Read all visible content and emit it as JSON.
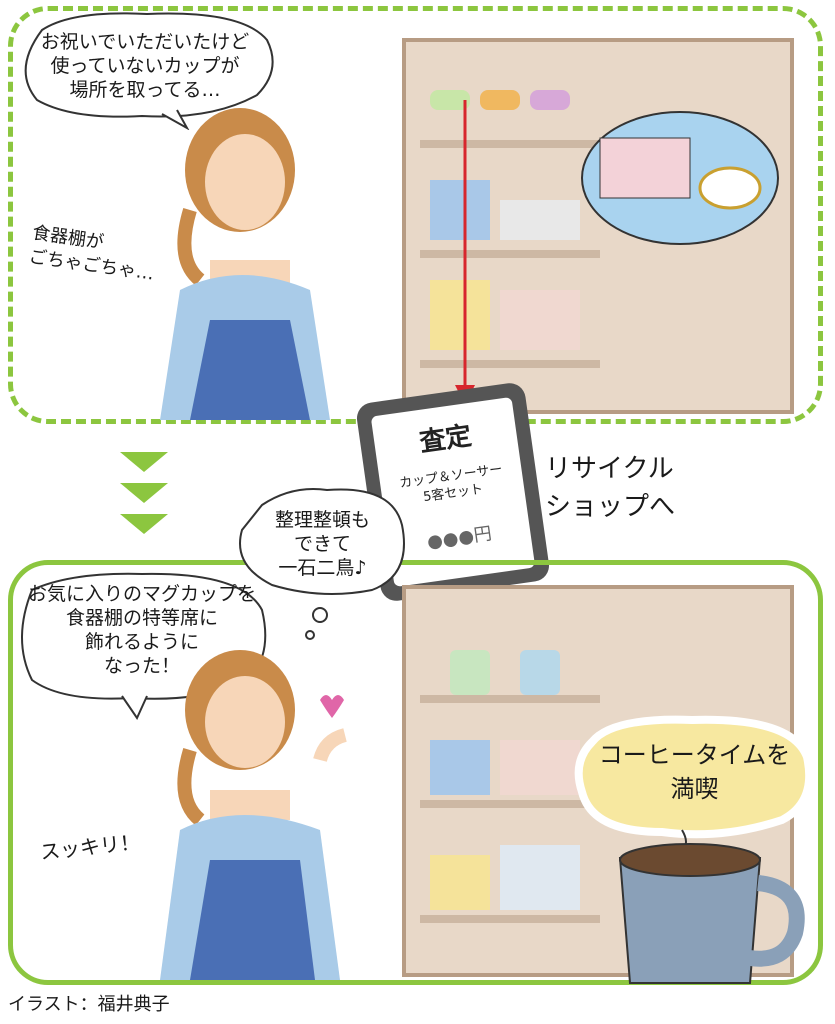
{
  "top_panel": {
    "thought_bubble": "お祝いでいただいたけど\n使っていないカップが\n場所を取ってる…",
    "side_text": "食器棚が\nごちゃごちゃ…"
  },
  "tablet": {
    "title": "査定",
    "item": "カップ＆ソーサー\n5客セット",
    "price": "●●●円"
  },
  "recycle_text": "リサイクル\nショップへ",
  "bottom_panel": {
    "thought_bubble": "整理整頓も\nできて\n一石二鳥♪",
    "speech_bubble": "お気に入りのマグカップを\n食器棚の特等席に\n飾れるように\nなった！",
    "side_text": "スッキリ！",
    "coffee_bubble": "コーヒータイムを\n満喫"
  },
  "credit": "イラスト：福井典子",
  "colors": {
    "accent_green": "#8cc63f",
    "apron_blue": "#4a6fb5",
    "arrow_red": "#d7262d"
  }
}
